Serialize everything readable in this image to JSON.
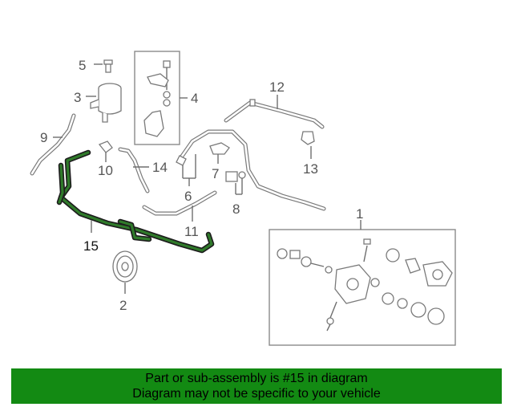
{
  "callouts": {
    "c1": "1",
    "c2": "2",
    "c3": "3",
    "c4": "4",
    "c5": "5",
    "c6": "6",
    "c7": "7",
    "c8": "8",
    "c9": "9",
    "c10": "10",
    "c11": "11",
    "c12": "12",
    "c13": "13",
    "c14": "14",
    "c15": "15"
  },
  "highlighted_part": "15",
  "banner": {
    "line1": "Part or sub-assembly is #15 in diagram",
    "line2": "Diagram may not be specific to your vehicle"
  },
  "colors": {
    "banner_bg": "#138a13",
    "highlight_hose": "#2f7a2a",
    "line_art": "#7a7a7a"
  }
}
